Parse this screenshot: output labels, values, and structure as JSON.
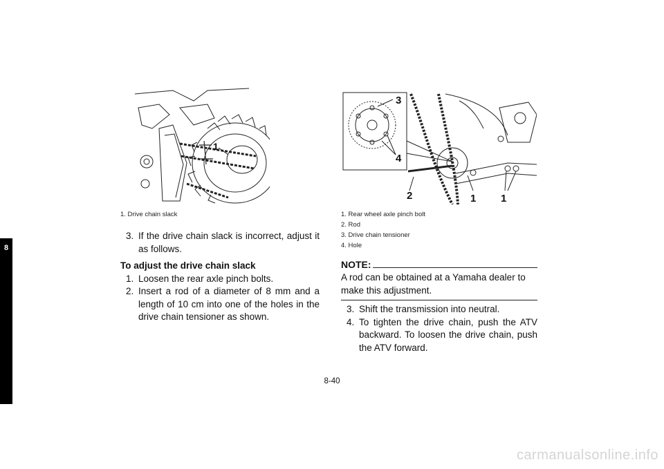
{
  "section_tab": "8",
  "figure_left": {
    "callout": "1",
    "captions": [
      "1. Drive chain slack"
    ]
  },
  "figure_right": {
    "callouts": [
      "3",
      "4",
      "2",
      "1",
      "1"
    ],
    "captions": [
      "1. Rear wheel axle pinch bolt",
      "2. Rod",
      "3. Drive chain tensioner",
      "4. Hole"
    ]
  },
  "left_column": {
    "step3": {
      "num": "3.",
      "text": "If the drive chain slack is incorrect, adjust it as follows."
    },
    "heading": "To adjust the drive chain slack",
    "steps": [
      {
        "num": "1.",
        "text": "Loosen the rear axle pinch bolts."
      },
      {
        "num": "2.",
        "text": "Insert a rod of a diameter of 8 mm and a length of 10 cm into one of the holes in the drive chain tensioner as shown."
      }
    ]
  },
  "right_column": {
    "note_label": "NOTE:",
    "note_text": "A rod can be obtained at a Yamaha dealer to make this adjustment.",
    "steps": [
      {
        "num": "3.",
        "text": "Shift the transmission into neutral."
      },
      {
        "num": "4.",
        "text": "To tighten the drive chain, push the ATV backward. To loosen the drive chain, push the ATV forward."
      }
    ]
  },
  "page_number": "8-40",
  "watermark": "carmanualsonline.info"
}
